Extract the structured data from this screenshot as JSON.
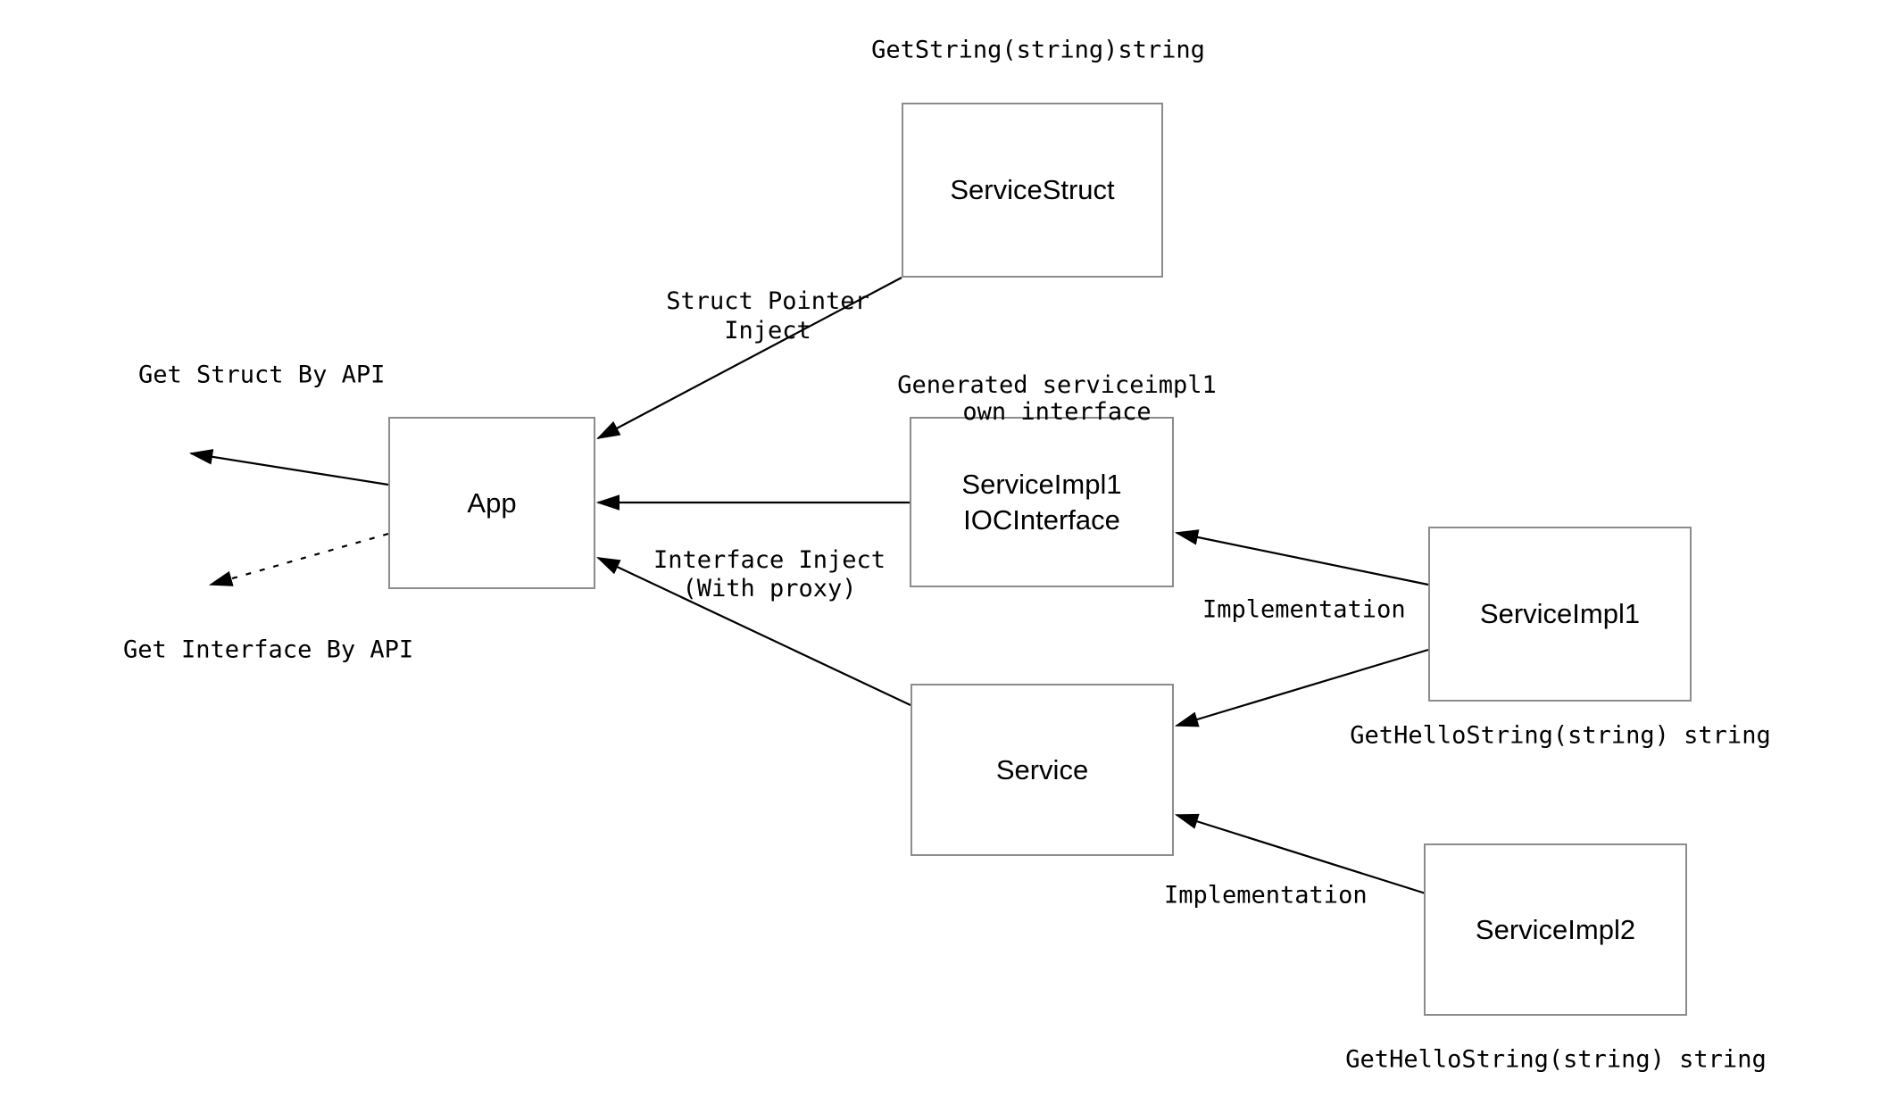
{
  "diagram": {
    "title_hint": "Go IoC dependency-injection architecture diagram",
    "boxes": {
      "service_struct": {
        "label": "ServiceStruct"
      },
      "app": {
        "label": "App"
      },
      "ioc_interface": {
        "label_line1": "ServiceImpl1",
        "label_line2": "IOCInterface"
      },
      "service_impl1": {
        "label": "ServiceImpl1"
      },
      "service": {
        "label": "Service"
      },
      "service_impl2": {
        "label": "ServiceImpl2"
      }
    },
    "labels": {
      "get_string_sig": "GetString(string)string",
      "struct_pointer_inject_line1": "Struct Pointer",
      "struct_pointer_inject_line2": "Inject",
      "get_struct_by_api": "Get Struct By API",
      "get_interface_by_api": "Get Interface By API",
      "generated_line1": "Generated serviceimpl1",
      "generated_line2": "own interface",
      "interface_inject_line1": "Interface Inject",
      "interface_inject_line2": "(With proxy)",
      "implementation_impl1": "Implementation",
      "implementation_impl2": "Implementation",
      "get_hello_string_impl1": "GetHelloString(string) string",
      "get_hello_string_impl2": "GetHelloString(string) string"
    },
    "edges": [
      {
        "from": "ServiceStruct",
        "to": "App",
        "label": "Struct Pointer Inject",
        "style": "solid-arrow"
      },
      {
        "from": "ServiceImpl1 IOCInterface",
        "to": "App",
        "label": "",
        "style": "solid-arrow"
      },
      {
        "from": "Service",
        "to": "App",
        "label": "Interface Inject (With proxy)",
        "style": "solid-arrow"
      },
      {
        "from": "App",
        "to": "outside",
        "label": "Get Struct By API",
        "style": "solid-arrow"
      },
      {
        "from": "App",
        "to": "outside",
        "label": "Get Interface By API",
        "style": "dotted-arrow"
      },
      {
        "from": "ServiceImpl1",
        "to": "ServiceImpl1 IOCInterface",
        "label": "Implementation",
        "style": "solid-arrow"
      },
      {
        "from": "ServiceImpl1",
        "to": "Service",
        "label": "GetHelloString(string) string",
        "style": "solid-arrow"
      },
      {
        "from": "ServiceImpl2",
        "to": "Service",
        "label": "Implementation",
        "style": "solid-arrow"
      }
    ],
    "colors": {
      "line": "#000000",
      "box_border": "#8c8c8c",
      "text": "#000000",
      "bg": "#ffffff"
    }
  }
}
